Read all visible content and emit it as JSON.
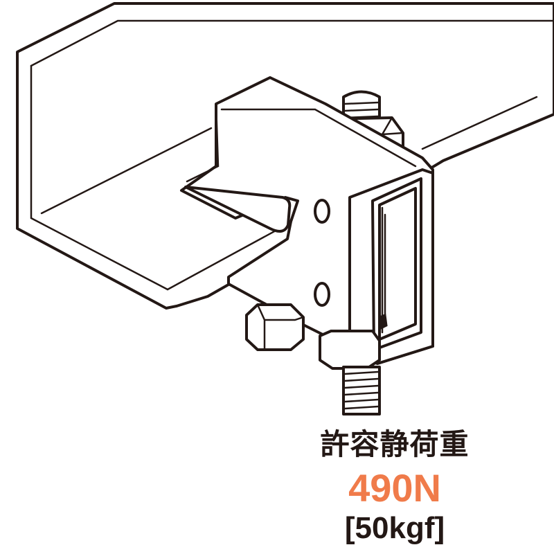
{
  "load": {
    "title": "許容静荷重",
    "value": "490N",
    "kgf": "[50kgf]",
    "value_color": "#f07b4a",
    "text_color": "#231815"
  }
}
